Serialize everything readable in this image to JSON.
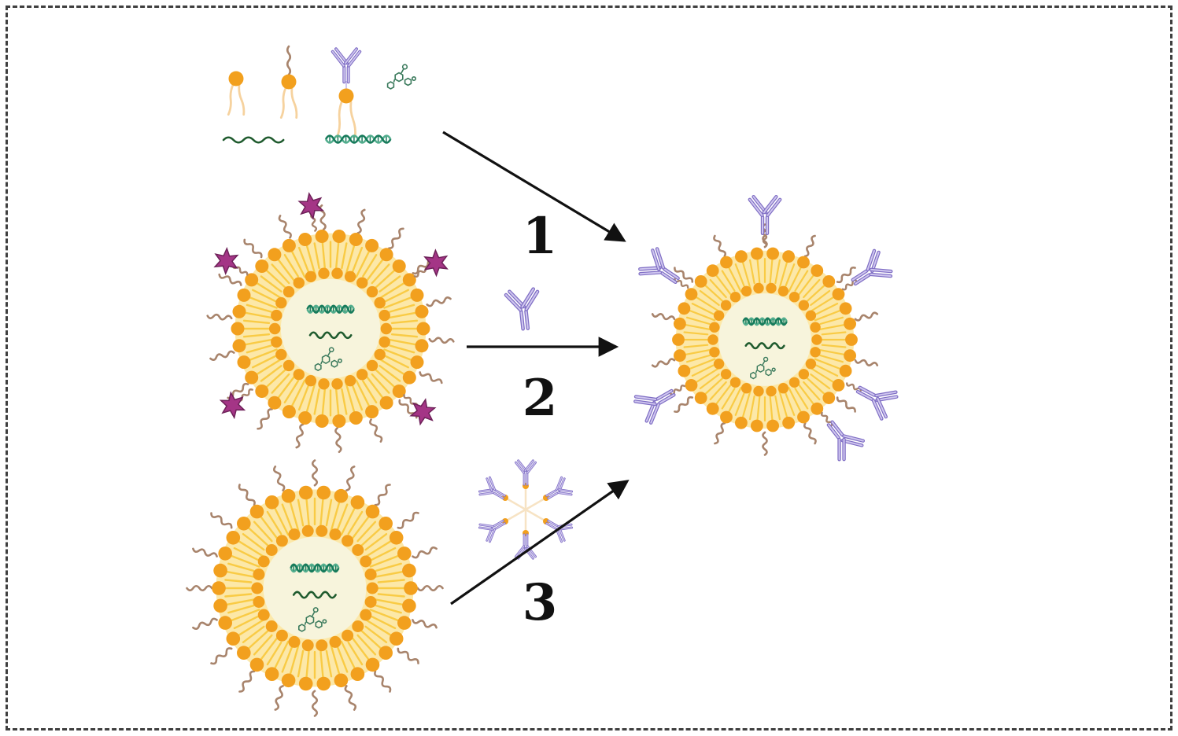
{
  "diagram": {
    "step_labels": [
      "1",
      "2",
      "3"
    ],
    "icons": {
      "legend": [
        "lipid-icon",
        "peg-lipid-icon",
        "antibody-lipid-conjugate-icon",
        "drug-molecules-icon",
        "rna-strand-icon",
        "dna-helix-icon"
      ],
      "left_middle": "liposome-with-star-ligands",
      "left_bottom": "pegylated-liposome",
      "step2_reagent": "antibody-icon",
      "step3_reagent": "antibody-cluster-icon",
      "product": "antibody-decorated-liposome"
    },
    "colors": {
      "lipid_head": "#F2A01E",
      "lipid_tail": "#F9CB45",
      "lipid_tail_pale": "#F6D29E",
      "membrane": "#FCE8A8",
      "lumen": "#F7F4DC",
      "peg": "#A8846C",
      "antibody": "#7F6EC4",
      "antibody_light": "#CFC6EF",
      "star_fill": "#A43586",
      "star_stroke": "#6E2159",
      "dna": "#177B5B",
      "dna_light": "#53AE8E",
      "rna": "#1F5B2E",
      "drug": "#3A7A5C",
      "linker": "#F7E3C4",
      "arrow": "#111111"
    }
  }
}
